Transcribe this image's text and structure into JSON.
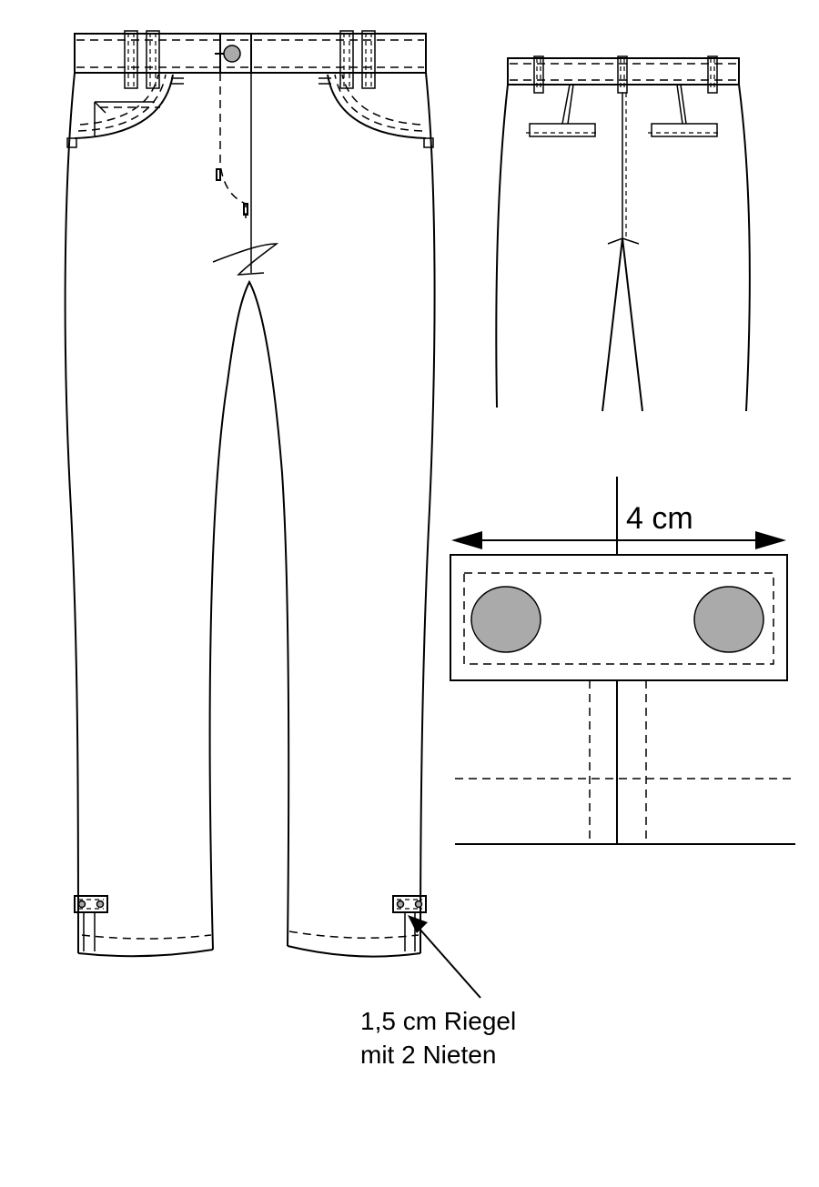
{
  "diagram": {
    "detail_dimension": "4 cm",
    "callout_line1": "1,5 cm Riegel",
    "callout_line2": "mit 2 Nieten",
    "colors": {
      "line": "#000000",
      "rivet_fill": "#aaaaaa",
      "background": "#ffffff"
    }
  }
}
